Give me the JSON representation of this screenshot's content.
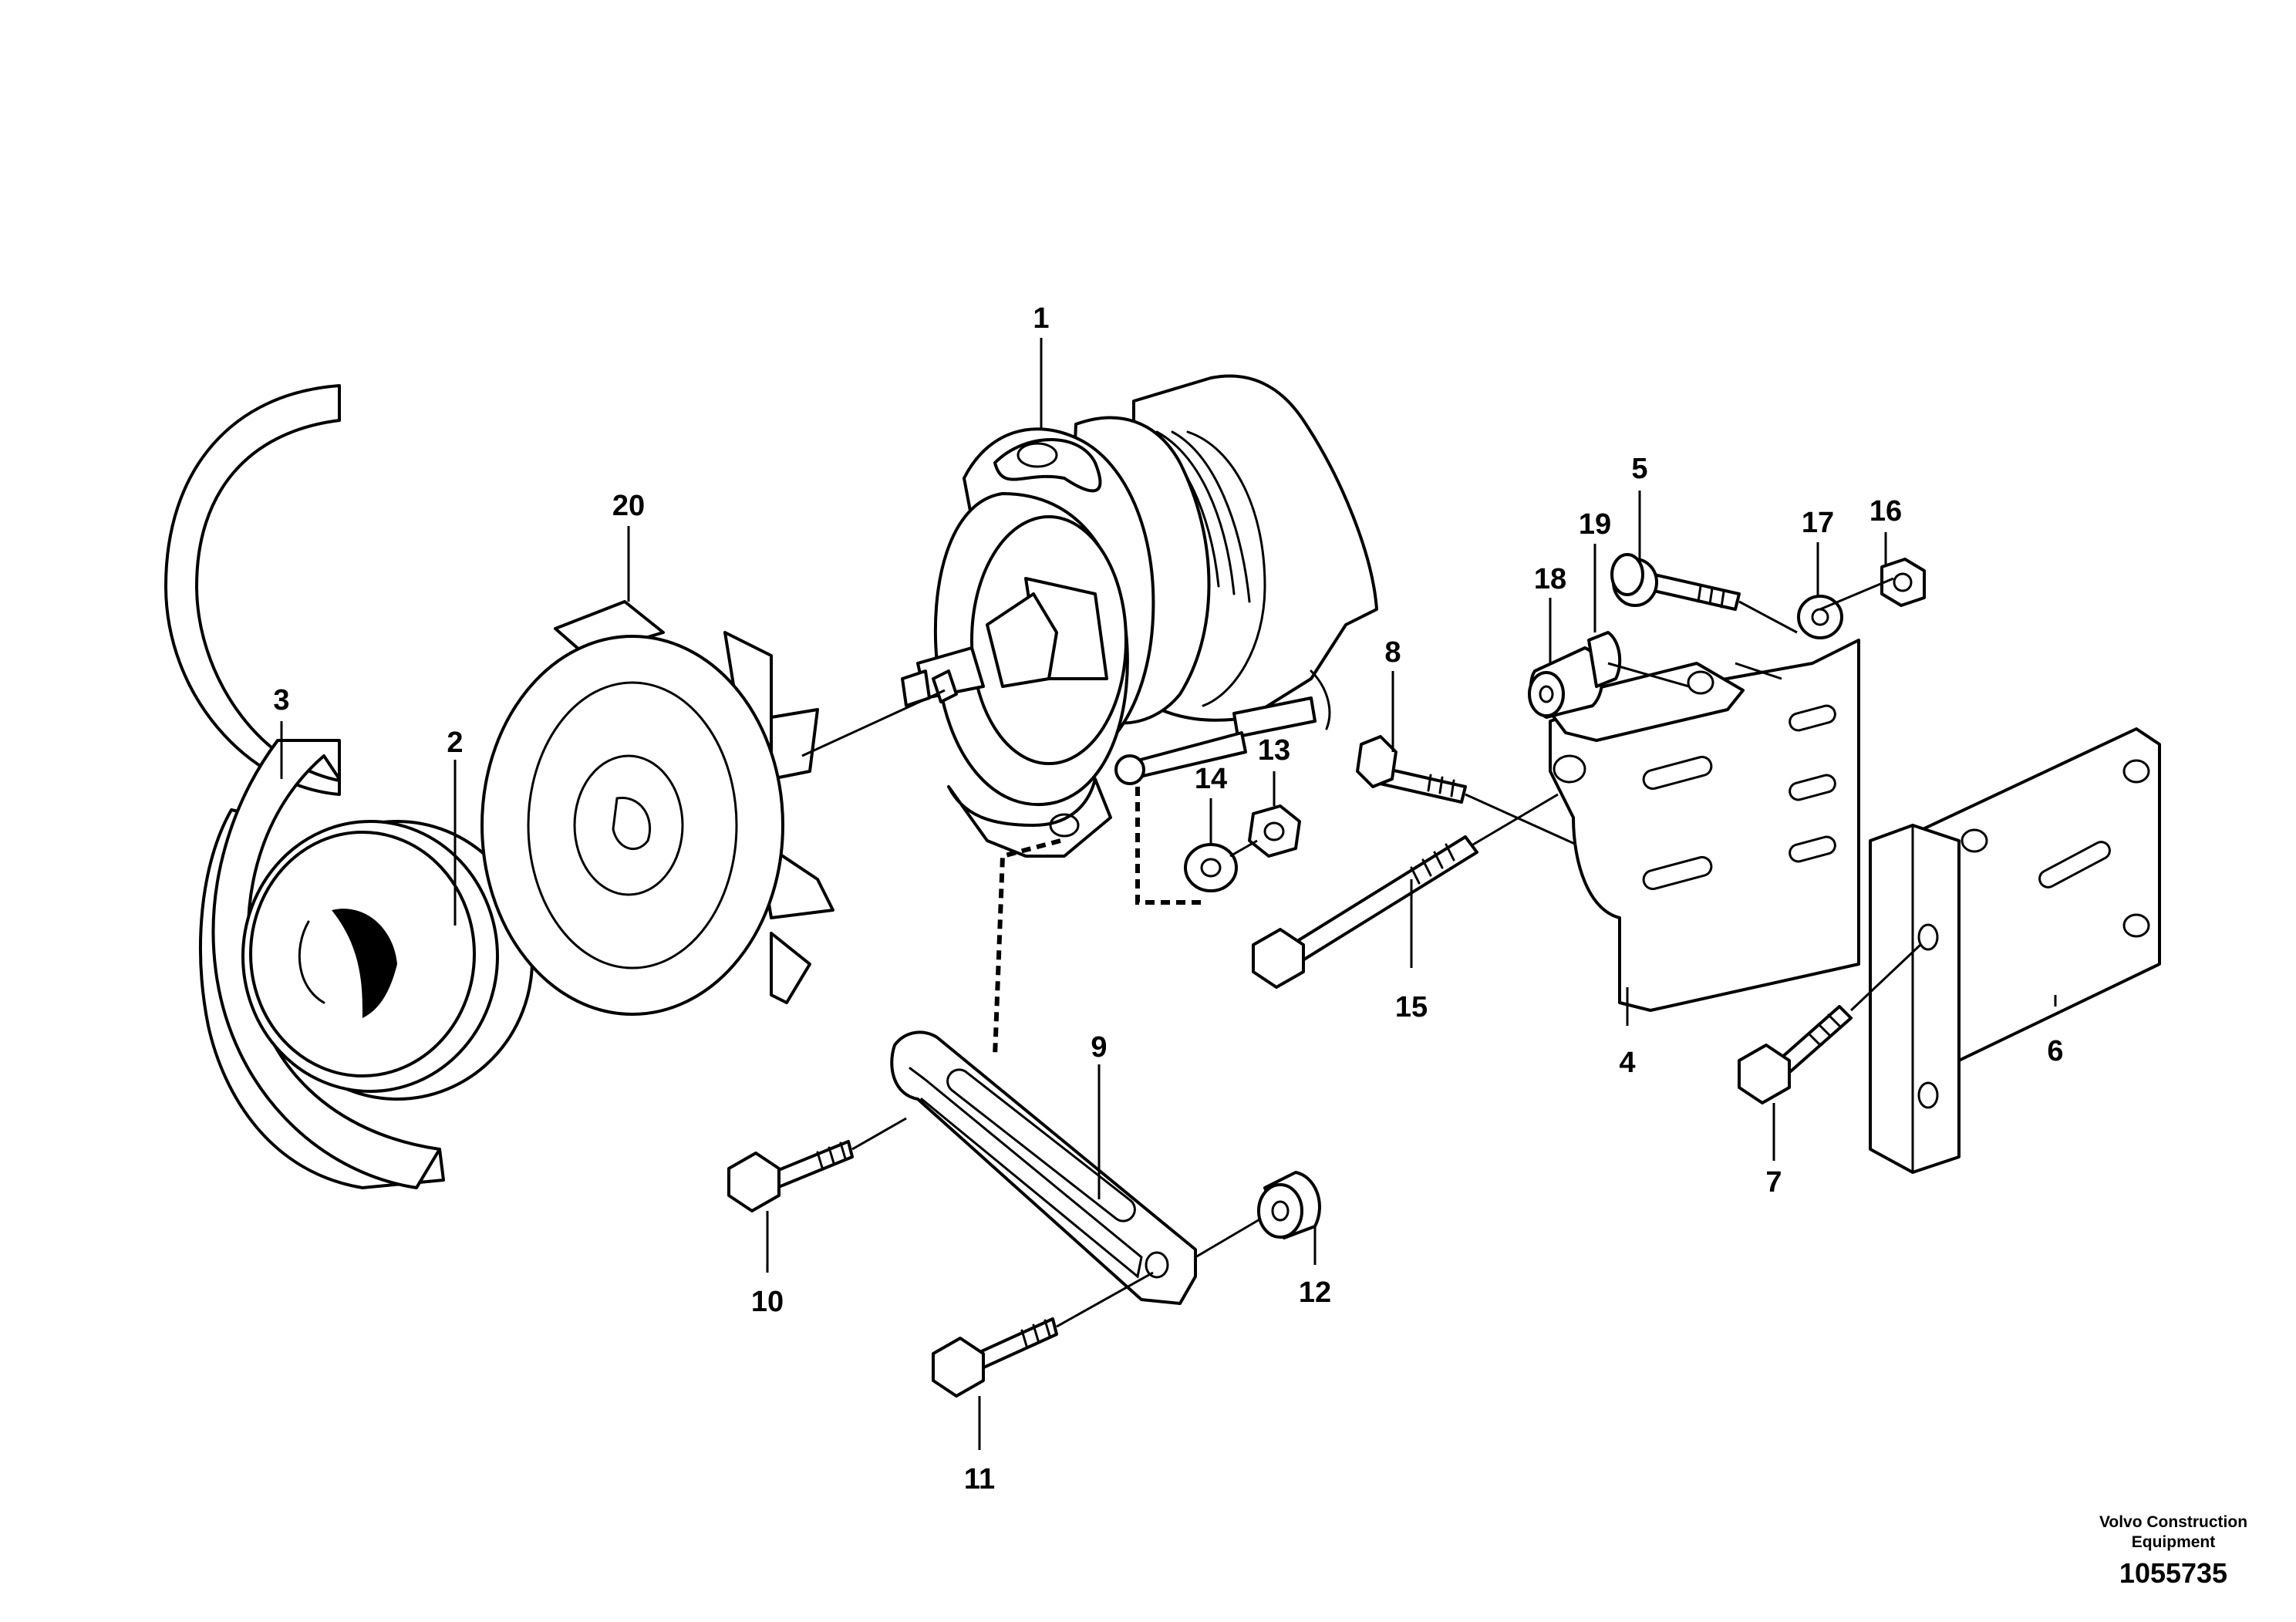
{
  "callouts": [
    {
      "id": "1",
      "label": "1"
    },
    {
      "id": "2",
      "label": "2"
    },
    {
      "id": "3",
      "label": "3"
    },
    {
      "id": "4",
      "label": "4"
    },
    {
      "id": "5",
      "label": "5"
    },
    {
      "id": "6",
      "label": "6"
    },
    {
      "id": "7",
      "label": "7"
    },
    {
      "id": "8",
      "label": "8"
    },
    {
      "id": "9",
      "label": "9"
    },
    {
      "id": "10",
      "label": "10"
    },
    {
      "id": "11",
      "label": "11"
    },
    {
      "id": "12",
      "label": "12"
    },
    {
      "id": "13",
      "label": "13"
    },
    {
      "id": "14",
      "label": "14"
    },
    {
      "id": "15",
      "label": "15"
    },
    {
      "id": "16",
      "label": "16"
    },
    {
      "id": "17",
      "label": "17"
    },
    {
      "id": "18",
      "label": "18"
    },
    {
      "id": "19",
      "label": "19"
    },
    {
      "id": "20",
      "label": "20"
    }
  ],
  "footer": {
    "company_line1": "Volvo Construction",
    "company_line2": "Equipment",
    "figure_number": "1055735"
  }
}
